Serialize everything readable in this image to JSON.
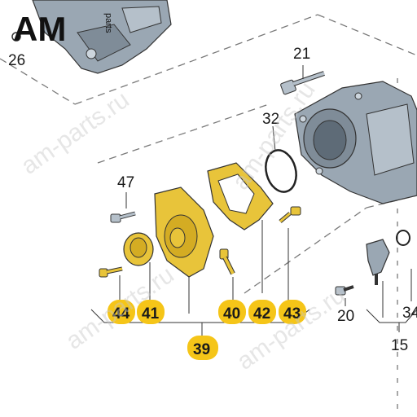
{
  "logo": {
    "text": "AM",
    "sub": "parts"
  },
  "watermarks": [
    "am-parts.ru",
    "am-parts.ru",
    "am-parts.ru",
    "am-parts.ru"
  ],
  "callouts": {
    "p26": "26",
    "p21": "21",
    "p32": "32",
    "p47": "47",
    "p44": "44",
    "p41": "41",
    "p40": "40",
    "p42": "42",
    "p43": "43",
    "p39": "39",
    "p20": "20",
    "p34": "34",
    "p15": "15"
  },
  "colors": {
    "highlight": "#f5c518",
    "part_gold": "#e8c43a",
    "part_gray": "#9aa7b3",
    "outline": "#333333"
  }
}
